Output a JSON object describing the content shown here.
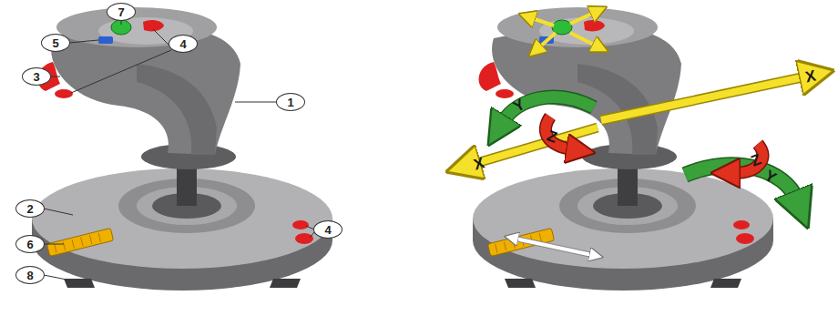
{
  "diagram": {
    "labels": [
      "7",
      "5",
      "4",
      "3",
      "1",
      "2",
      "4",
      "6",
      "8",
      "Y",
      "X",
      "Z",
      "Z",
      "X",
      "Y"
    ]
  }
}
